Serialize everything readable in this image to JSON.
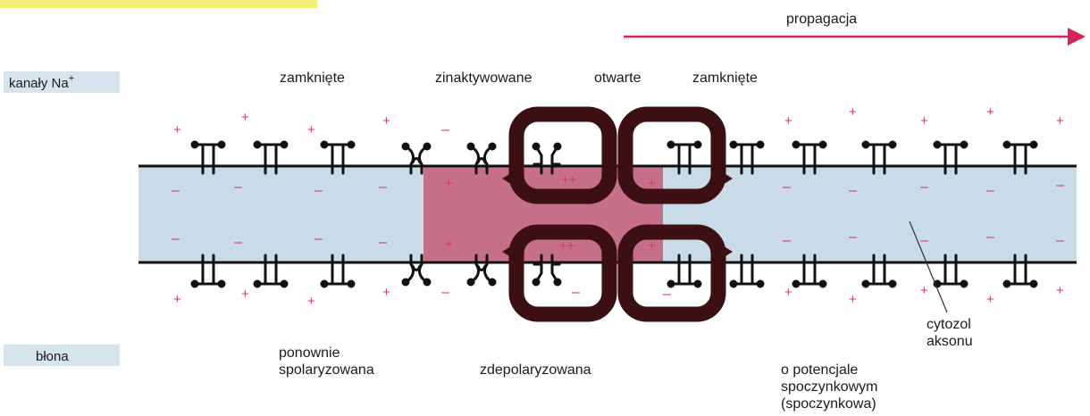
{
  "colors": {
    "cytosol": "#c9dbe6",
    "depolarized": "#c45c78",
    "current_loop": "#3c0f12",
    "propagation_arrow": "#d6245a",
    "charge": "#d23a6a",
    "channel": "#111111",
    "label_chip": "#d6e4ee",
    "corner_tag": "#f2ee7a"
  },
  "channels_row": {
    "title": "kanały Na",
    "title_sup": "+",
    "states": [
      "zamknięte",
      "zinaktywowane",
      "otwarte",
      "zamknięte"
    ]
  },
  "propagation": {
    "label": "propagacja",
    "direction": "right"
  },
  "membrane_row": {
    "title": "błona",
    "states": [
      [
        "ponownie",
        "spolaryzowana"
      ],
      [
        "zdepolaryzowana"
      ],
      [
        "o potencjale",
        "spoczynkowym",
        "(spoczynkowa)"
      ]
    ]
  },
  "cytosol_label": [
    "cytozol",
    "aksonu"
  ],
  "channel_icons": {
    "closed": "closed-channel-icon",
    "inactivated": "inactivated-channel-icon",
    "open": "open-channel-icon"
  },
  "charges": {
    "plus": "+",
    "minus": "–",
    "double_plus": "++"
  }
}
